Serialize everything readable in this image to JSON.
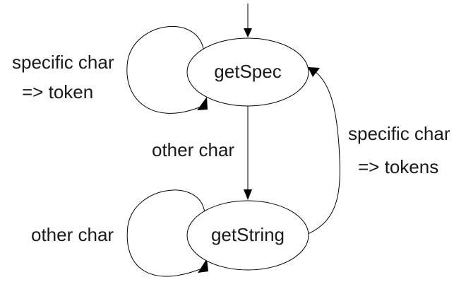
{
  "nodes": {
    "getspec": {
      "label": "getSpec"
    },
    "getstring": {
      "label": "getString"
    }
  },
  "edges": {
    "getspec_self": {
      "line1": "specific char",
      "line2": "=> token"
    },
    "getspec_to_getstring": {
      "label": "other char"
    },
    "getstring_self": {
      "label": "other char"
    },
    "getstring_to_getspec": {
      "line1": "specific char",
      "line2": "=> tokens"
    }
  }
}
